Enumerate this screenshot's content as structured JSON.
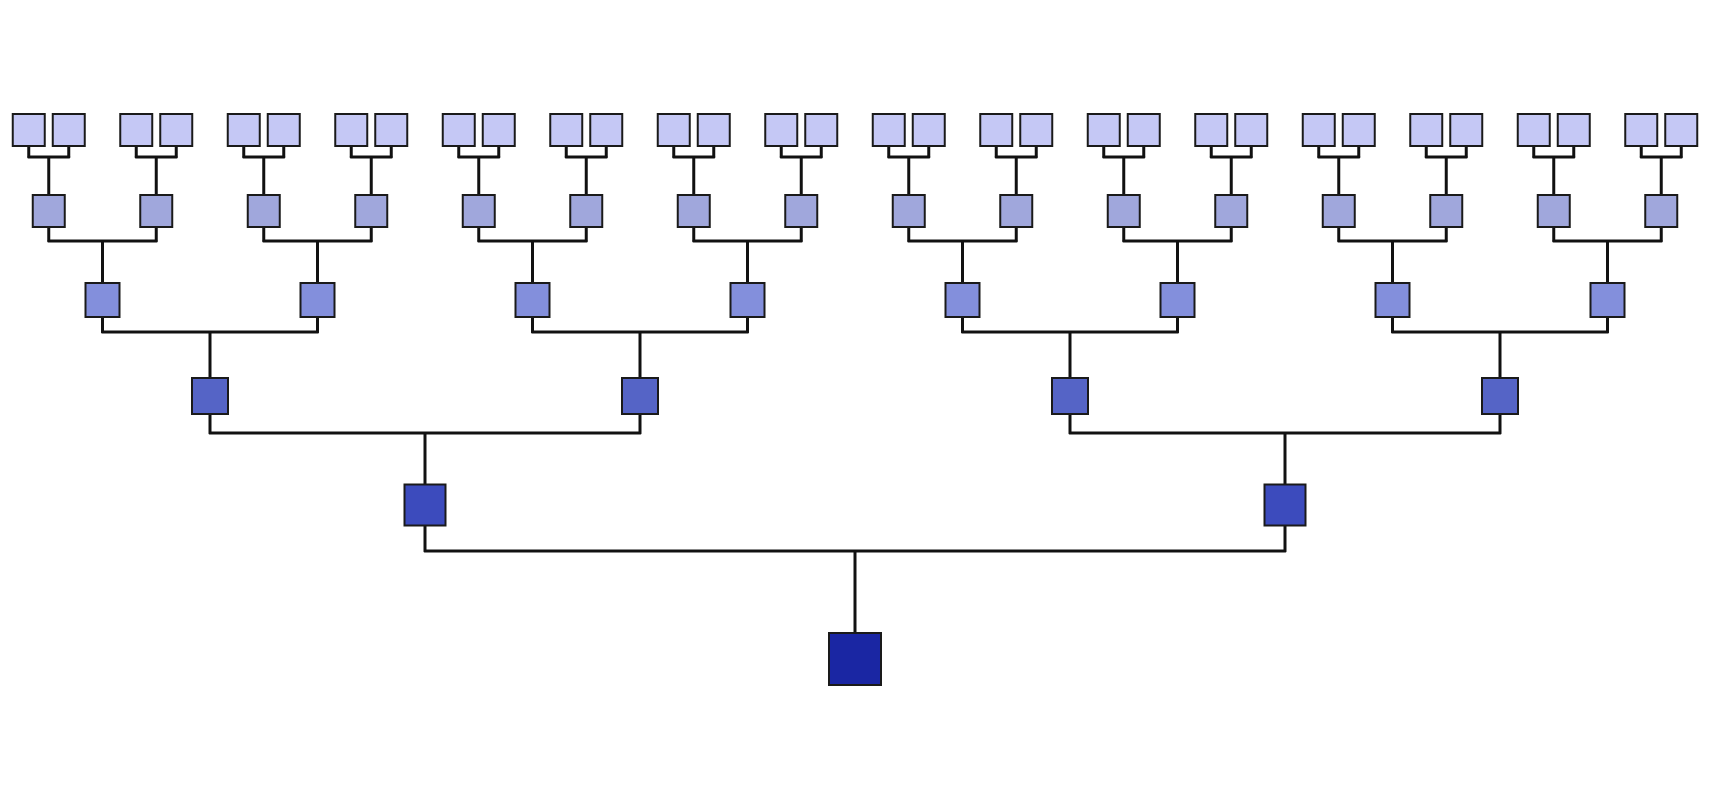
{
  "diagram": {
    "type": "binary-pedigree-tree",
    "orientation": "root-bottom",
    "depth": 6,
    "branching": 2,
    "colors": {
      "background": "#ffffff",
      "connector": "#111111",
      "node_border": "#1a1a1a",
      "generation_fills": [
        "#1a26a3",
        "#3c4bbd",
        "#5564c6",
        "#838fdc",
        "#a0a7dc",
        "#c5c8f5"
      ]
    }
  }
}
